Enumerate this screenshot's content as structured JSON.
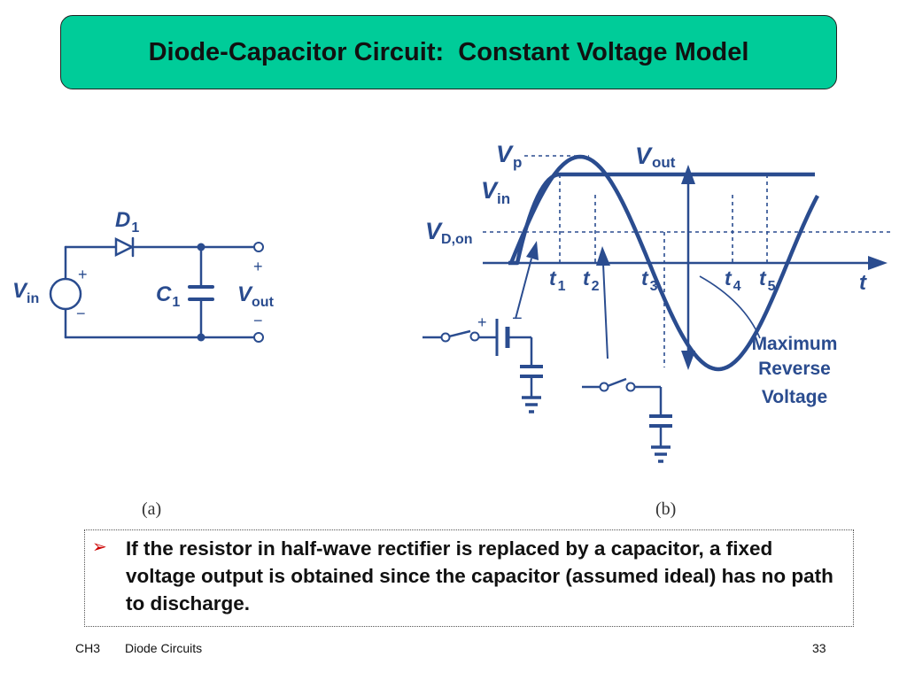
{
  "slide": {
    "title": "Diode-Capacitor Circuit:  Constant Voltage Model",
    "bullet": "If the resistor in half-wave rectifier is replaced by a capacitor, a fixed voltage output is obtained since the capacitor (assumed ideal) has no path to discharge.",
    "footer_chapter": "CH3",
    "footer_section": "Diode Circuits",
    "page_number": "33",
    "colors": {
      "title_bg": "#00cc99",
      "figure_ink": "#2a4c8f",
      "bullet_arrow": "#cc0000"
    }
  },
  "circuit": {
    "diode_label": "D",
    "diode_sub": "1",
    "cap_label": "C",
    "cap_sub": "1",
    "vin_label": "V",
    "vin_sub": "in",
    "vout_label": "V",
    "vout_sub": "out",
    "plus": "+",
    "minus": "−",
    "caption": "(a)"
  },
  "waveform": {
    "vp_label": "V",
    "vp_sub": "p",
    "vout_label": "V",
    "vout_sub": "out",
    "vin_label": "V",
    "vin_sub": "in",
    "vdon_label": "V",
    "vdon_sub": "D,on",
    "t1": "t",
    "t1_sub": "1",
    "t2": "t",
    "t2_sub": "2",
    "t3": "t",
    "t3_sub": "3",
    "t4": "t",
    "t4_sub": "4",
    "t5": "t",
    "t5_sub": "5",
    "t_axis": "t",
    "annotation_line1": "Maximum",
    "annotation_line2": "Reverse",
    "annotation_line3": "Voltage",
    "plus": "+",
    "minus": "−",
    "caption": "(b)"
  }
}
